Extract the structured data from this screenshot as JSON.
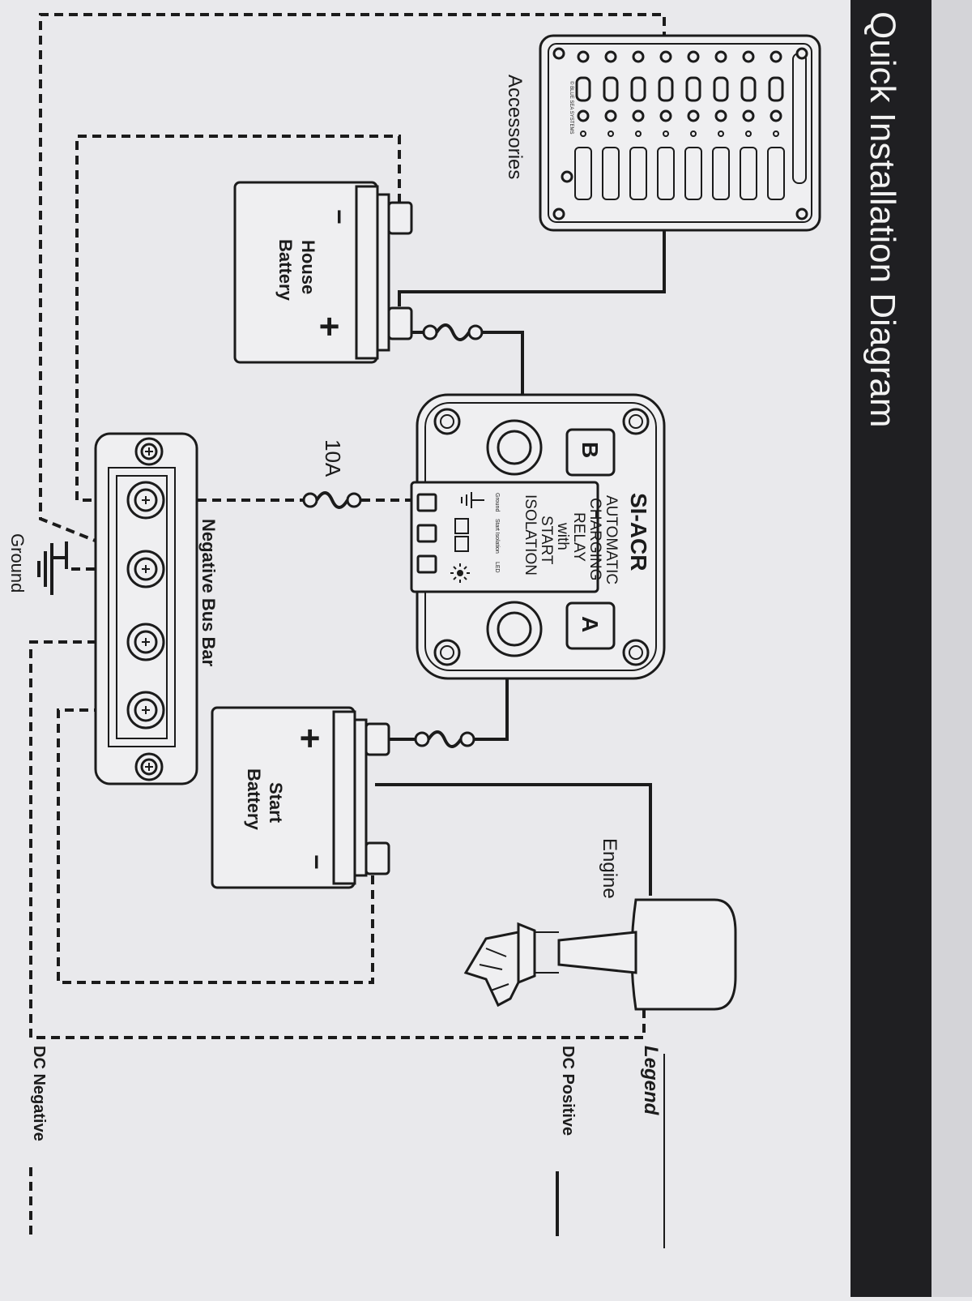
{
  "header": {
    "title": "Quick Installation Diagram"
  },
  "labels": {
    "accessories": "Accessories",
    "house_battery_line1": "House",
    "house_battery_line2": "Battery",
    "start_battery_line1": "Start",
    "start_battery_line2": "Battery",
    "fuse_rating": "10A",
    "negative_bus_bar": "Negative Bus Bar",
    "ground": "Ground",
    "engine": "Engine",
    "panel_brand": "© BLUE SEA SYSTEMS"
  },
  "relay": {
    "lines": [
      "SI-ACR",
      "AUTOMATIC",
      "CHARGING",
      "RELAY",
      "with",
      "START",
      "ISOLATION"
    ],
    "terminal_b": "B",
    "terminal_a": "A",
    "plug_ground": "Ground",
    "plug_start_isolation": "Start Isolation",
    "plug_led": "LED"
  },
  "battery_symbols": {
    "positive": "+",
    "negative": "−"
  },
  "legend": {
    "title": "Legend",
    "items": [
      {
        "label": "DC Positive",
        "style": "solid"
      },
      {
        "label": "DC Negative",
        "style": "dashed"
      }
    ]
  },
  "colors": {
    "paper": "#e9e9ec",
    "ink": "#1b1b1b",
    "band": "#1f1f22"
  }
}
